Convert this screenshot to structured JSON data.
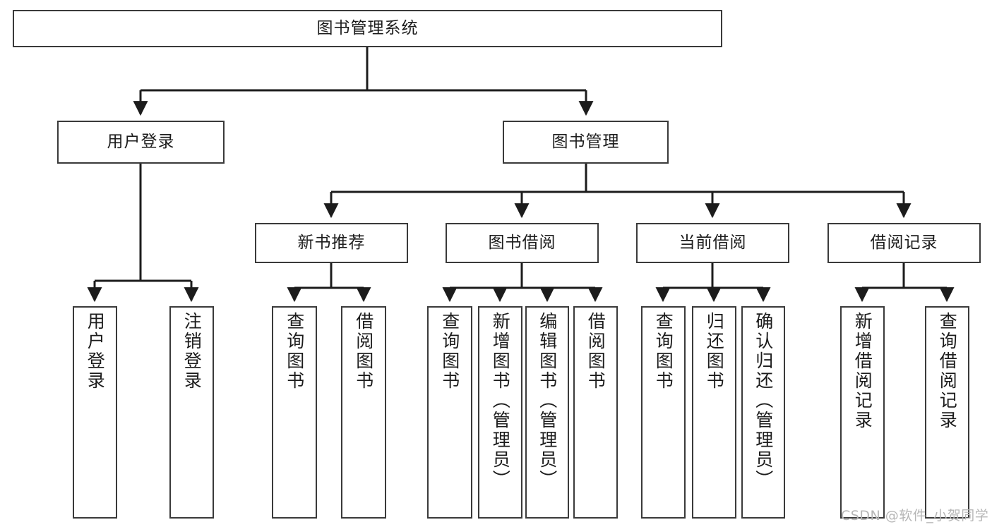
{
  "diagram": {
    "title": "图书管理系统",
    "type": "tree-hierarchy-diagram",
    "colors": {
      "box_border": "#3a3a3a",
      "box_fill": "#ffffff",
      "connector": "#1c1c1c",
      "background": "#ffffff",
      "watermark": "#b6b6b6"
    },
    "root": {
      "label": "图书管理系统"
    },
    "level2": [
      {
        "label": "用户登录"
      },
      {
        "label": "图书管理"
      }
    ],
    "level3": [
      {
        "label": "新书推荐"
      },
      {
        "label": "图书借阅"
      },
      {
        "label": "当前借阅"
      },
      {
        "label": "借阅记录"
      }
    ],
    "leaves": [
      {
        "label": "用户登录",
        "parent": "用户登录"
      },
      {
        "label": "注销登录",
        "parent": "用户登录"
      },
      {
        "label": "查询图书",
        "parent": "新书推荐"
      },
      {
        "label": "借阅图书",
        "parent": "新书推荐"
      },
      {
        "label": "查询图书",
        "parent": "图书借阅"
      },
      {
        "label": "新增图书（管理员）",
        "parent": "图书借阅"
      },
      {
        "label": "编辑图书（管理员）",
        "parent": "图书借阅"
      },
      {
        "label": "借阅图书",
        "parent": "图书借阅"
      },
      {
        "label": "查询图书",
        "parent": "当前借阅"
      },
      {
        "label": "归还图书",
        "parent": "当前借阅"
      },
      {
        "label": "确认归还（管理员）",
        "parent": "当前借阅"
      },
      {
        "label": "新增借阅记录",
        "parent": "借阅记录"
      },
      {
        "label": "查询借阅记录",
        "parent": "借阅记录"
      }
    ],
    "watermark": "CSDN @软件_小贺同学"
  }
}
